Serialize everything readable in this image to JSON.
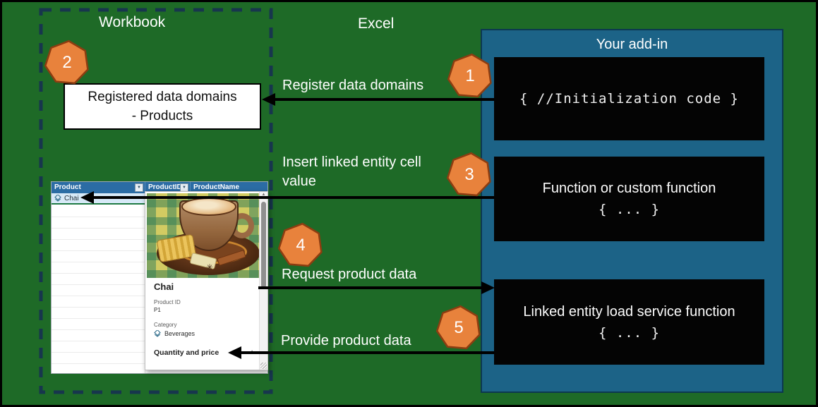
{
  "title_labels": {
    "workbook": "Workbook",
    "excel": "Excel",
    "addin": "Your add-in"
  },
  "steps": {
    "s1": "1",
    "s2": "2",
    "s3": "3",
    "s4": "4",
    "s5": "5"
  },
  "flows": {
    "register": "Register data domains",
    "insert": "Insert linked entity cell value",
    "request": "Request product data",
    "provide": "Provide product data"
  },
  "registered_domains": {
    "line1": "Registered data domains",
    "line2": "- Products"
  },
  "code_boxes": {
    "init": {
      "code": "{ //Initialization code }"
    },
    "function": {
      "title": "Function or custom function",
      "code": "{ ... }"
    },
    "service": {
      "title": "Linked entity load service function",
      "code": "{ ... }"
    }
  },
  "spreadsheet": {
    "headers": {
      "product": "Product",
      "product_id": "ProductID",
      "product_name": "ProductName"
    },
    "row1": {
      "product": "Chai"
    },
    "card": {
      "title": "Chai",
      "product_id_label": "Product ID",
      "product_id_value": "P1",
      "category_label": "Category",
      "category_value": "Beverages",
      "section_header": "Quantity and price"
    }
  },
  "colors": {
    "background_green": "#1E6A27",
    "workbook_dash": "#17364D",
    "addin_blue": "#1C6387",
    "code_black": "#040404",
    "badge_orange": "#E8823C",
    "badge_border": "#8C3D11",
    "table_header_blue": "#2B6CA4",
    "selected_row_blue": "#D7E9F7",
    "selection_green": "#1F7A44"
  }
}
